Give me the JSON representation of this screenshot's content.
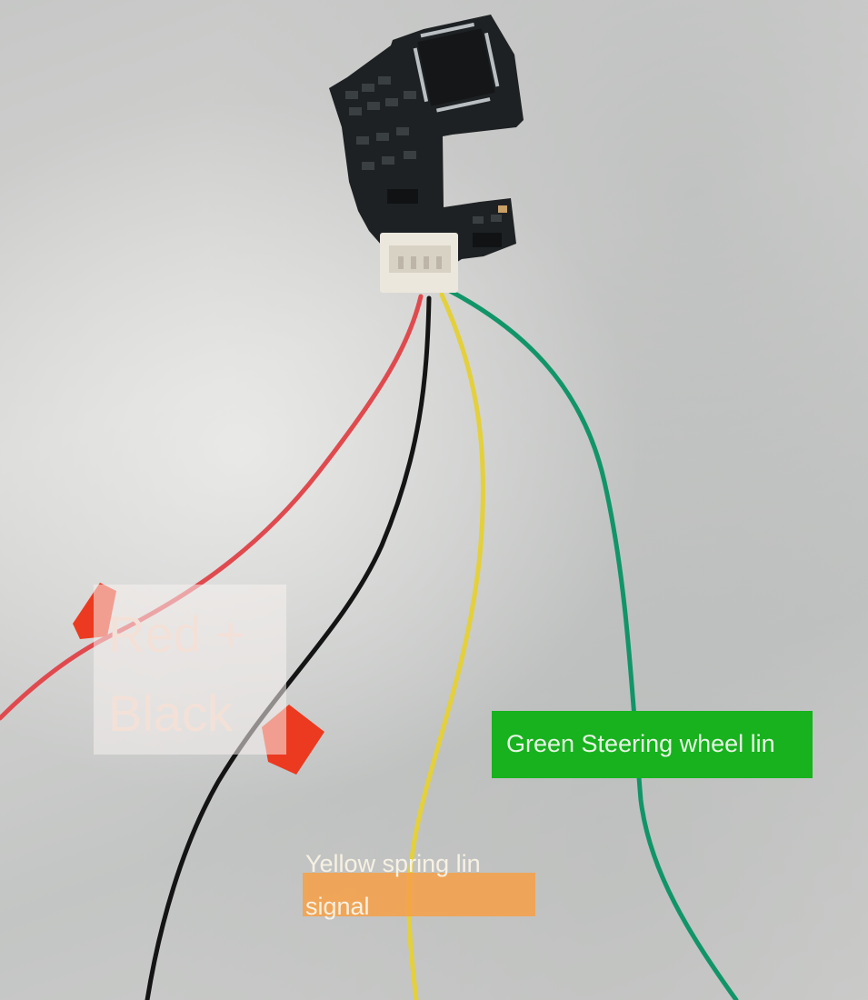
{
  "labels": {
    "red_black": "Red + Black",
    "green": "Green Steering wheel lin",
    "yellow": "Yellow spring lin signal"
  },
  "colors": {
    "wire_red": "#e04a4e",
    "wire_black": "#151515",
    "wire_yellow": "#e6d23a",
    "wire_green": "#119568",
    "pcb": "#1e2123",
    "tag_orange": "#ee3a22",
    "label_green_bg": "#17b21e"
  }
}
